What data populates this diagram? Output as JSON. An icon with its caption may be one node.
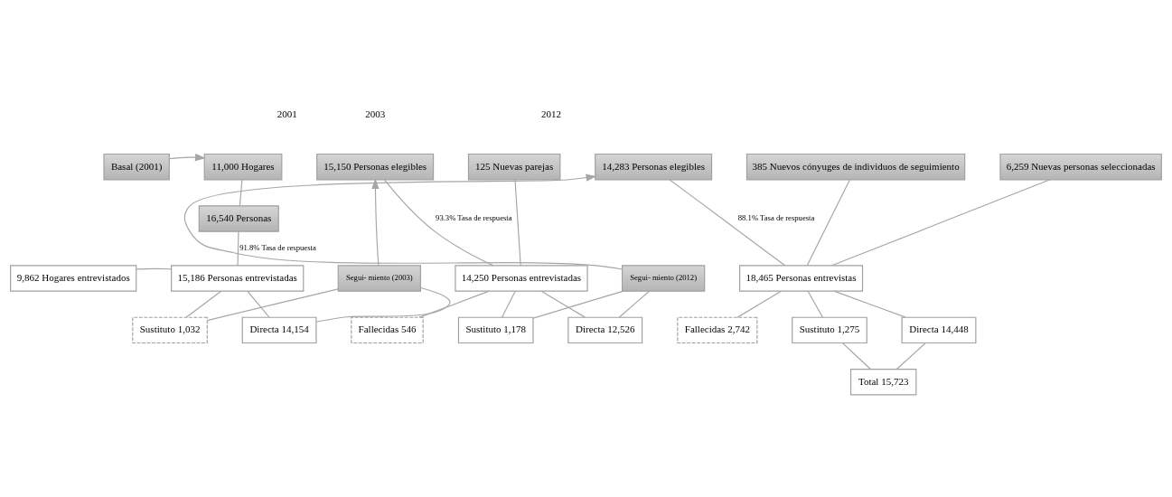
{
  "diagram": {
    "nodes": [
      {
        "text": [
          "Basal (2001)"
        ]
      },
      {
        "text": [
          "11,000 Hogares"
        ]
      },
      {
        "text": [
          "16,540 Personas"
        ]
      },
      {
        "text": [
          "9,862 Hogares entrevistados"
        ]
      },
      {
        "text": [
          "15,186 Personas entrevistadas"
        ]
      },
      {
        "text": [
          "Sustituto 1,032"
        ]
      },
      {
        "text": [
          "Directa 14,154"
        ]
      },
      {
        "text": [
          "Segui- miento (2003)"
        ]
      },
      {
        "text": [
          "15,150 Personas elegibles"
        ]
      },
      {
        "text": [
          "125 Nuevas parejas"
        ]
      },
      {
        "text": [
          "14,250 Personas entrevistadas"
        ]
      },
      {
        "text": [
          "Fallecidas 546"
        ]
      },
      {
        "text": [
          "Sustituto 1,178"
        ]
      },
      {
        "text": [
          "Directa 12,526"
        ]
      },
      {
        "text": [
          "Segui- miento (2012)"
        ]
      },
      {
        "text": [
          "14,283 Personas elegibles"
        ]
      },
      {
        "text": [
          "385 Nuevos cónyuges de individuos de seguimiento"
        ]
      },
      {
        "text": [
          "6,259 Nuevas personas seleccionadas"
        ]
      },
      {
        "text": [
          "18,465 Personas entrevistas"
        ]
      },
      {
        "text": [
          "Fallecidas 2,742"
        ]
      },
      {
        "text": [
          "Sustituto 1,275"
        ]
      },
      {
        "text": [
          "Directa 14,448"
        ]
      },
      {
        "text": [
          "Total 15,723"
        ]
      }
    ],
    "edges": [
      {
        "from": 0,
        "to": 1,
        "arrow": "to"
      },
      {
        "from": 1,
        "to": 2,
        "arrow": "none"
      },
      {
        "from": 2,
        "to": 4,
        "arrow": "none",
        "label": "91.8% Tasa de respuesta"
      },
      {
        "from": 3,
        "to": 4,
        "arrow": "none"
      },
      {
        "from": 4,
        "to": 5,
        "arrow": "none"
      },
      {
        "from": 4,
        "to": 6,
        "arrow": "none"
      },
      {
        "from": 5,
        "to": 7,
        "arrow": "none"
      },
      {
        "from": 6,
        "to": 7,
        "arrow": "none"
      },
      {
        "from": 7,
        "to": 8,
        "arrow": "to"
      },
      {
        "from": 8,
        "to": 10,
        "arrow": "none",
        "label": "93.3% Tasa de respuesta"
      },
      {
        "from": 9,
        "to": 10,
        "arrow": "none"
      },
      {
        "from": 10,
        "to": 11,
        "arrow": "none"
      },
      {
        "from": 10,
        "to": 12,
        "arrow": "none"
      },
      {
        "from": 10,
        "to": 13,
        "arrow": "none"
      },
      {
        "from": 12,
        "to": 14,
        "arrow": "none"
      },
      {
        "from": 13,
        "to": 14,
        "arrow": "none"
      },
      {
        "from": 14,
        "to": 15,
        "arrow": "to"
      },
      {
        "from": 15,
        "to": 18,
        "arrow": "none",
        "label": "88.1% Tasa de respuesta"
      },
      {
        "from": 16,
        "to": 18,
        "arrow": "none"
      },
      {
        "from": 17,
        "to": 18,
        "arrow": "none"
      },
      {
        "from": 18,
        "to": 19,
        "arrow": "none"
      },
      {
        "from": 18,
        "to": 20,
        "arrow": "none"
      },
      {
        "from": 18,
        "to": 21,
        "arrow": "none"
      },
      {
        "from": 20,
        "to": 22,
        "arrow": "none"
      },
      {
        "from": 21,
        "to": 22,
        "arrow": "none"
      }
    ],
    "labels": [
      "2001",
      "2003",
      "2012"
    ]
  }
}
